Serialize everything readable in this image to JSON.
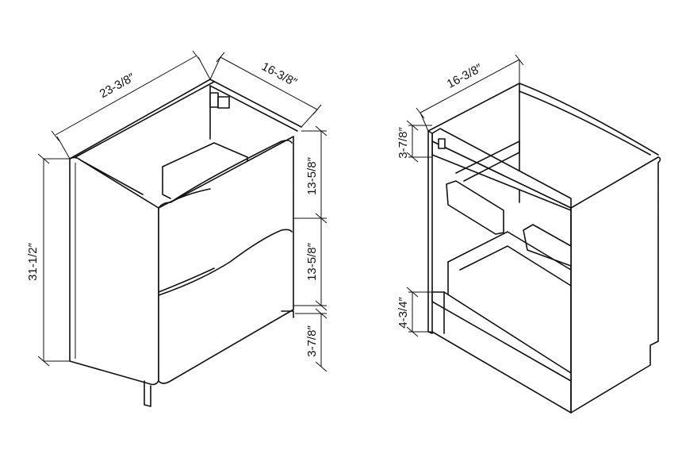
{
  "left_view": {
    "width_label": "23-3/8″",
    "depth_label": "16-3/8″",
    "height_label": "31-1/2″",
    "drawer_top_label": "13-5/8″",
    "drawer_bottom_label": "13-5/8″",
    "toe_kick_label": "3-7/8″"
  },
  "right_view": {
    "depth_label": "16-3/8″",
    "top_rail_label": "3-7/8″",
    "bottom_rail_label": "4-3/4″"
  }
}
